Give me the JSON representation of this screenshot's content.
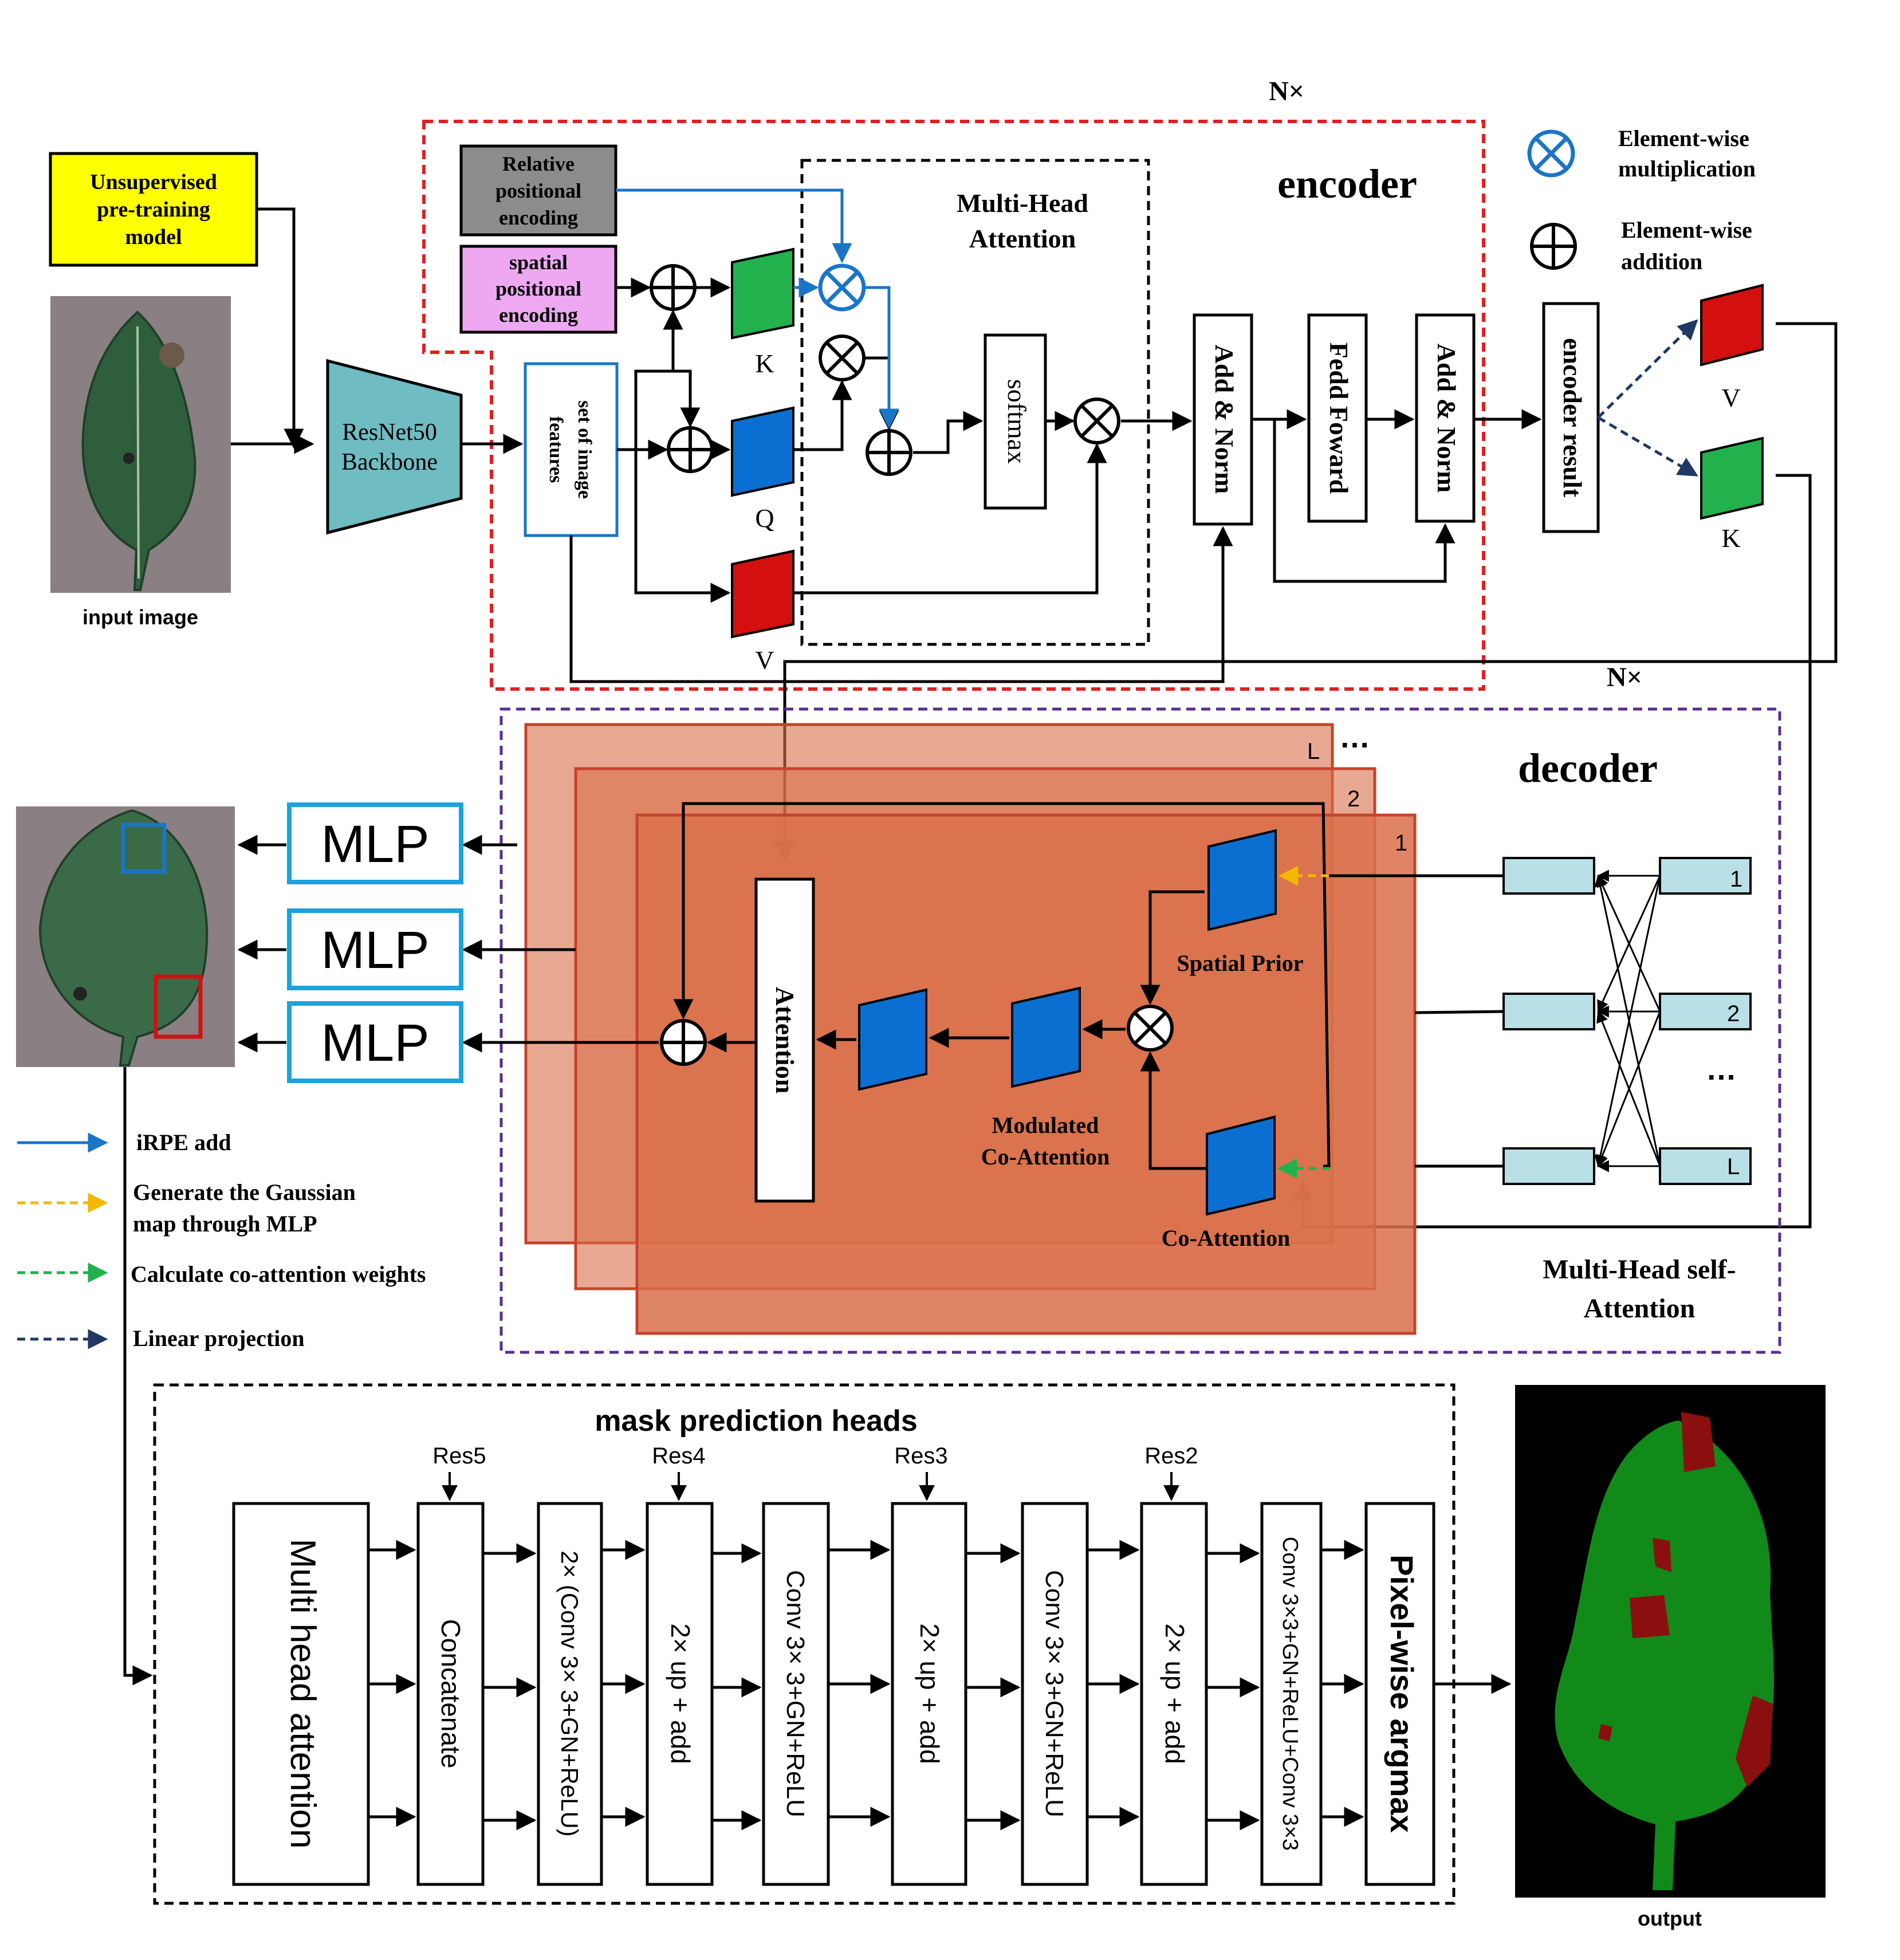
{
  "encoder": {
    "title": "encoder",
    "nx": "N×",
    "unsupervised": [
      "Unsupervised",
      "pre-training",
      "model"
    ],
    "input_label": "input image",
    "backbone": [
      "ResNet50",
      "Backbone"
    ],
    "image_features": [
      "set of image",
      "features"
    ],
    "relative_pe": [
      "Relative",
      "positional",
      "encoding"
    ],
    "spatial_pe": [
      "spatial",
      "positional",
      "encoding"
    ],
    "mha": [
      "Multi-Head",
      "Attention"
    ],
    "k": "K",
    "q": "Q",
    "v": "V",
    "softmax": "softmax",
    "add_norm_1": "Add & Norm",
    "feed_forward": "Fedd Foward",
    "add_norm_2": "Add & Norm",
    "encoder_result": "encoder result",
    "out_v": "V",
    "out_k": "K"
  },
  "legend_ops": {
    "mult": [
      "Element-wise",
      "multiplication"
    ],
    "add": [
      "Element-wise",
      "addition"
    ]
  },
  "decoder": {
    "title": "decoder",
    "nx": "N×",
    "layer_L": "L",
    "layer_2": "2",
    "layer_1": "1",
    "dots": "…",
    "attention": "Attention",
    "spatial_prior": "Spatial Prior",
    "modulated": [
      "Modulated",
      "Co-Attention"
    ],
    "co_attention": "Co-Attention",
    "mhsa": [
      "Multi-Head self-",
      "Attention"
    ],
    "query_labels": [
      "1",
      "2",
      "L"
    ],
    "query_dots": "…",
    "mlp": [
      "MLP",
      "MLP",
      "MLP"
    ]
  },
  "legend": [
    {
      "label": "iRPE add",
      "color": "#1a75c8",
      "style": "solid"
    },
    {
      "label": "Generate the Gaussian\nmap through MLP",
      "color": "#f5b800",
      "style": "dashed"
    },
    {
      "label": "Calculate co-attention weights",
      "color": "#22b14c",
      "style": "dashed"
    },
    {
      "label": "Linear projection",
      "color": "#1f3864",
      "style": "dashed"
    }
  ],
  "mask_heads": {
    "title": "mask prediction heads",
    "res": [
      "Res5",
      "Res4",
      "Res3",
      "Res2"
    ],
    "blocks": [
      "Multi head attention",
      "Concatenate",
      "2× (Conv 3× 3+GN+ReLU)",
      "2× up + add",
      "Conv 3× 3+GN+ReLU",
      "2× up + add",
      "Conv 3× 3+GN+ReLU",
      "2× up + add",
      "Conv 3×3+GN+ReLU+Conv 3×3",
      "Pixel-wise argmax"
    ],
    "output_label": "output"
  },
  "colors": {
    "encoder_border": "#e02020",
    "decoder_border": "#5b2d8e",
    "mlp_border": "#1aa3dc",
    "k_green": "#22b14c",
    "q_blue": "#0a6fd0",
    "v_red": "#d40f0f",
    "backbone": "#6fbcc2",
    "unsupervised_fill": "#ffff00",
    "relative_fill": "#8c8c8c",
    "spatial_fill": "#eea8f2",
    "decoder_layer": "#d9704a",
    "query_box": "#b9e0e6",
    "irpe": "#1a75c8"
  }
}
